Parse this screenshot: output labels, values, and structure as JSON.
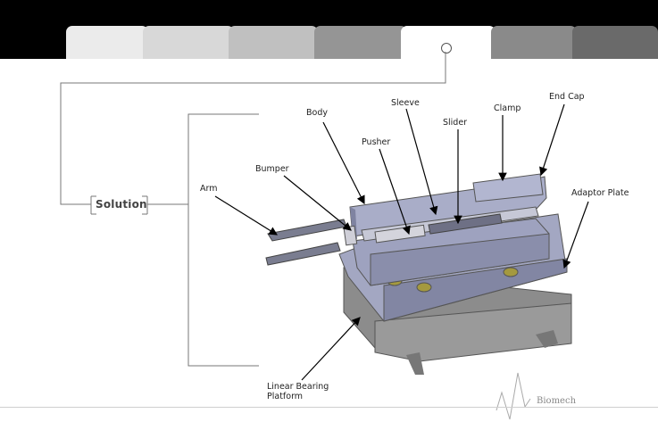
{
  "nav": {
    "tabs": [
      {
        "color": "#ebebeb"
      },
      {
        "color": "#d8d8d8"
      },
      {
        "color": "#c0c0c0"
      },
      {
        "color": "#959595"
      },
      {
        "color": "#ffffff",
        "active": true
      },
      {
        "color": "#8a8a8a"
      },
      {
        "color": "#6a6a6a"
      }
    ]
  },
  "section": {
    "label": "Solution"
  },
  "parts": {
    "body": "Body",
    "sleeve": "Sleeve",
    "clamp": "Clamp",
    "end_cap": "End Cap",
    "slider": "Slider",
    "pusher": "Pusher",
    "bumper": "Bumper",
    "arm": "Arm",
    "adaptor_plate": "Adaptor Plate",
    "platform_line1": "Linear Bearing",
    "platform_line2": "Platform"
  },
  "footer": {
    "brand": "Biomech"
  },
  "colors": {
    "part_fill": "#a9adc8",
    "part_dark": "#7f83a1",
    "base": "#8b8b8b",
    "bolt": "#a4993f"
  }
}
